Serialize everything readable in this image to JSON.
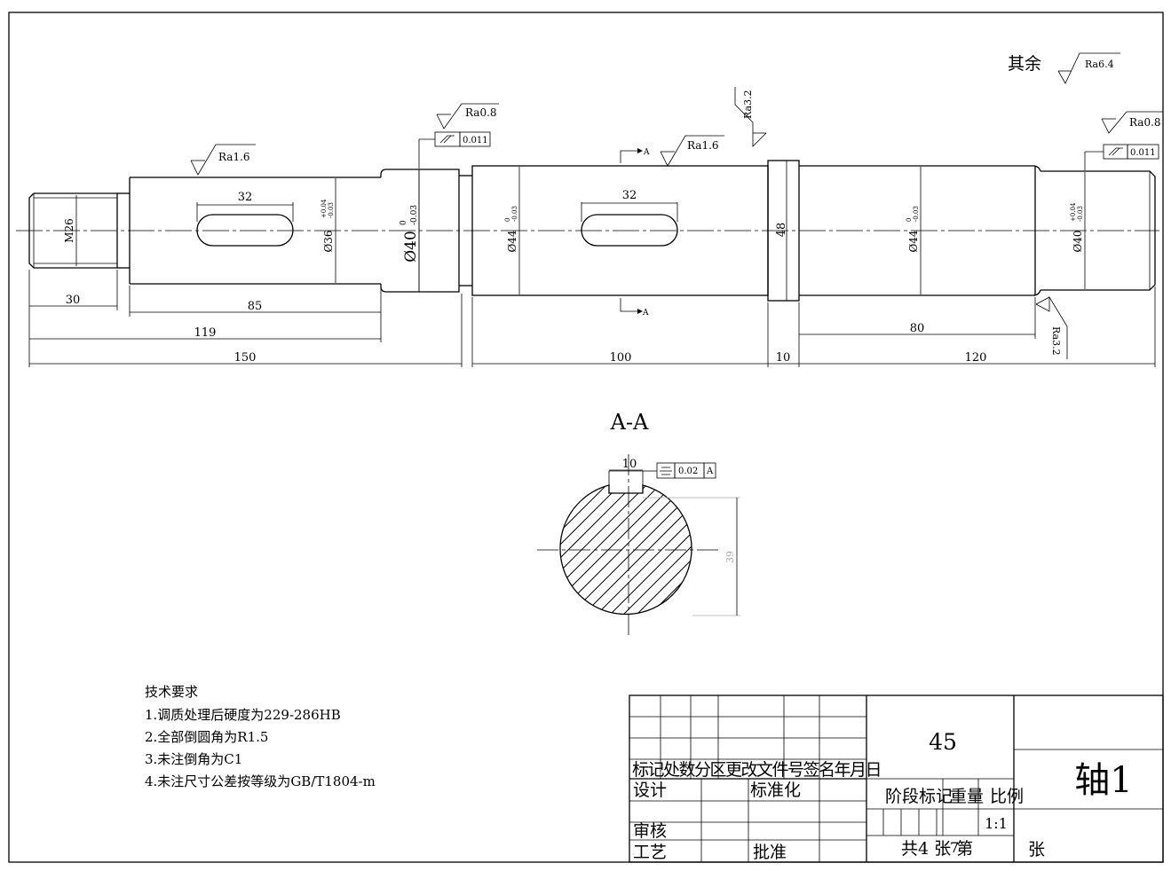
{
  "surface": {
    "general": "其余",
    "general_ra": "Ra6.4",
    "ra16_a": "Ra1.6",
    "ra16_b": "Ra1.6",
    "ra08_a": "Ra0.8",
    "ra08_b": "Ra0.8",
    "ra32_a": "Ra3.2",
    "ra32_b": "Ra3.2"
  },
  "tolerance": {
    "runout_a": "0.011",
    "runout_b": "0.011",
    "sym_value": "0.02",
    "sym_datum": "A"
  },
  "section": {
    "marker_top": "A",
    "marker_bottom": "A",
    "title": "A-A",
    "key_width": "10",
    "depth": "39"
  },
  "dims": {
    "thread": "M26",
    "d36": "Ø36",
    "d36_tol_up": "+0.04",
    "d36_tol_lo": "-0.03",
    "d40a": "Ø40",
    "d40a_tol_up": "0",
    "d40a_tol_lo": "-0.03",
    "d44a": "Ø44",
    "d44a_tol_up": "0",
    "d44a_tol_lo": "-0.03",
    "d48": "48",
    "d44b": "Ø44",
    "d44b_tol_up": "0",
    "d44b_tol_lo": "-0.03",
    "d40b": "Ø40",
    "d40b_tol_up": "+0.04",
    "d40b_tol_lo": "-0.03",
    "key1": "32",
    "key2": "32",
    "l30": "30",
    "l85": "85",
    "l119": "119",
    "l150": "150",
    "l100": "100",
    "l10": "10",
    "l80": "80",
    "l120": "120"
  },
  "notes": {
    "title": "技术要求",
    "items": [
      "1.调质处理后硬度为229-286HB",
      "2.全部倒圆角为R1.5",
      "3.未注倒角为C1",
      "4.未注尺寸公差按等级为GB/T1804-m"
    ]
  },
  "title_block": {
    "material": "45",
    "part_name": "轴1",
    "row_labels": "标记处数分区更改文件号签名年月日",
    "design": "设计",
    "standardize": "标准化",
    "stage": "阶段标记",
    "weight": "重量",
    "scale_label": "比例",
    "scale": "1:1",
    "review": "审核",
    "process": "工艺",
    "approve": "批准",
    "sheets": "共4 张 第",
    "sheet_no": "7",
    "zhang": "张"
  }
}
